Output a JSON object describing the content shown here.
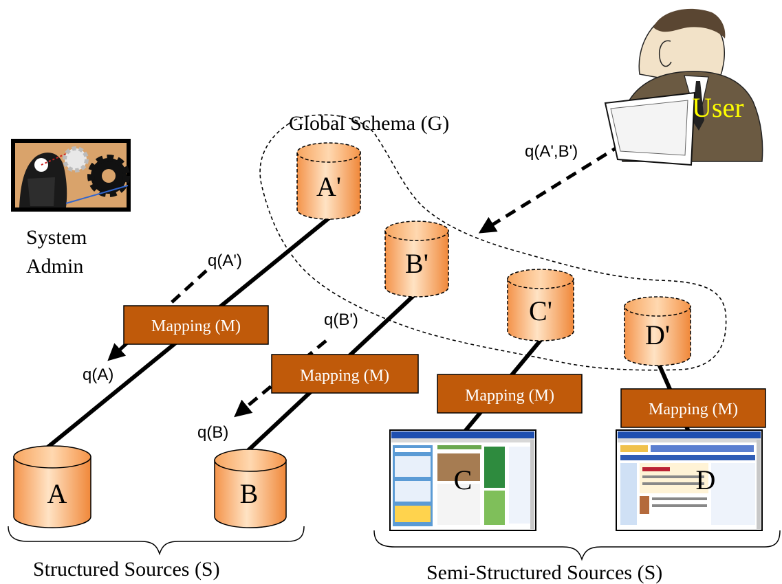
{
  "global_schema": {
    "title": "Global Schema (G)"
  },
  "actors": {
    "admin": {
      "line1": "System",
      "line2": "Admin",
      "icon": "system-admin-gears-icon"
    },
    "user": {
      "label": "User",
      "icon": "user-at-laptop-icon"
    }
  },
  "global_nodes": [
    {
      "label": "A'"
    },
    {
      "label": "B'"
    },
    {
      "label": "C'"
    },
    {
      "label": "D'"
    }
  ],
  "sources": [
    {
      "label": "A"
    },
    {
      "label": "B"
    },
    {
      "label": "C"
    },
    {
      "label": "D"
    }
  ],
  "mappings": [
    {
      "label": "Mapping (M)"
    },
    {
      "label": "Mapping (M)"
    },
    {
      "label": "Mapping (M)"
    },
    {
      "label": "Mapping (M)"
    }
  ],
  "queries": {
    "user_query": "q(A',B')",
    "q_a_prime": "q(A')",
    "q_a": "q(A)",
    "q_b_prime": "q(B')",
    "q_b": "q(B)"
  },
  "groups": {
    "structured": "Structured Sources (S)",
    "semi_structured": "Semi-Structured Sources (S)"
  },
  "colors": {
    "cylinder_light": "#ffe8c8",
    "cylinder_mid": "#ffb26b",
    "cylinder_dark": "#f08a3c",
    "mapping_fill": "#c05a0a",
    "mapping_text": "#ffffff",
    "user_label": "#ffff00"
  }
}
